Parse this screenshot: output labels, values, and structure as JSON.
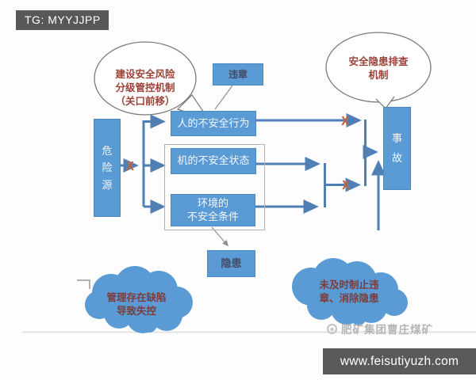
{
  "banner": {
    "text": "TG: MYYJJPP"
  },
  "bubble_left": {
    "line1": "建设安全风险",
    "line2": "分级管控机制",
    "line3": "（关口前移）"
  },
  "bubble_right": {
    "line1": "安全隐患排查",
    "line2": "机制"
  },
  "boxes": {
    "violation": "违章",
    "hazard": "危险源",
    "human": "人的不安全行为",
    "machine": "机的不安全状态",
    "environment_line1": "环境的",
    "environment_line2": "不安全条件",
    "hidden_danger": "隐患",
    "accident": "事故"
  },
  "cloud_left": {
    "line1": "管理存在缺陷",
    "line2": "导致失控"
  },
  "cloud_right": {
    "line1": "未及时制止违",
    "line2": "章、消除隐患"
  },
  "marker": {
    "symbol": "X"
  },
  "watermark": {
    "text": "肥矿集团曹庄煤矿"
  },
  "footer": {
    "url": "www.feisutiyuzh.com"
  },
  "colors": {
    "box_blue": "#5b9bd5",
    "connector_blue": "#4f7fb5",
    "bubble_text_red": "#9c4137",
    "marker_orange": "#b85a33",
    "banner_gray": "#58585a"
  }
}
